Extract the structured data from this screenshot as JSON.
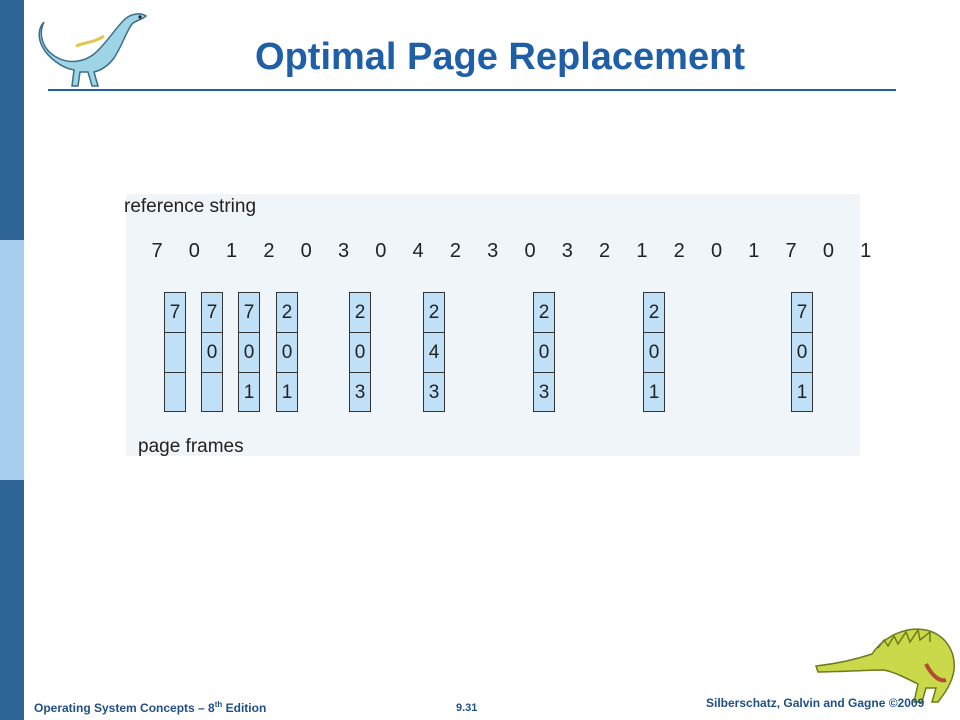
{
  "slide": {
    "title": "Optimal Page Replacement"
  },
  "figure": {
    "reference_label": "reference string",
    "frames_label": "page frames",
    "reference_string": [
      "7",
      "0",
      "1",
      "2",
      "0",
      "3",
      "0",
      "4",
      "2",
      "3",
      "0",
      "3",
      "2",
      "1",
      "2",
      "0",
      "1",
      "7",
      "0",
      "1"
    ],
    "frame_columns": [
      [
        "7",
        "",
        ""
      ],
      [
        "7",
        "0",
        ""
      ],
      [
        "7",
        "0",
        "1"
      ],
      [
        "2",
        "0",
        "1"
      ],
      [
        "2",
        "0",
        "3"
      ],
      [
        "2",
        "4",
        "3"
      ],
      [
        "2",
        "0",
        "3"
      ],
      [
        "2",
        "0",
        "1"
      ],
      [
        "7",
        "0",
        "1"
      ]
    ]
  },
  "footer": {
    "left_pre": "Operating System Concepts – 8",
    "left_sup": "th",
    "left_post": " Edition",
    "page_number": "9.31",
    "right": "Silberschatz, Galvin and Gagne ©2009"
  }
}
